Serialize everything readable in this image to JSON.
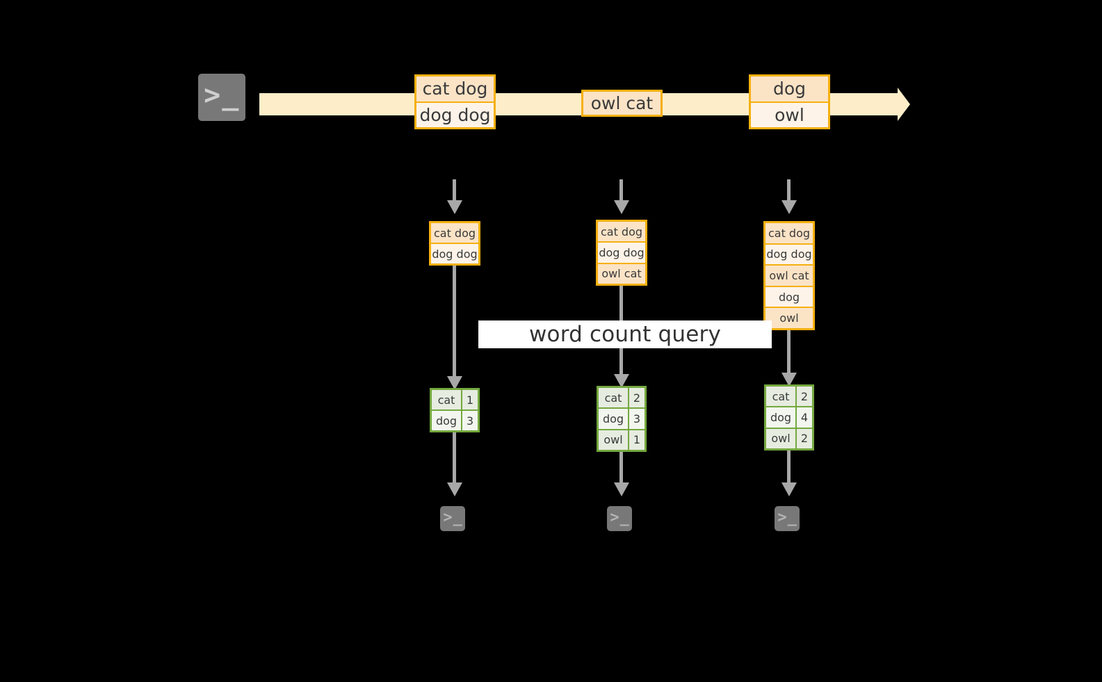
{
  "diagram": {
    "title_label": "word count query",
    "colors": {
      "stream_fill": "#fdeec9",
      "msg_border": "#f5b010",
      "msg_fill_odd": "#fbe3c6",
      "msg_fill_even": "#fdf3e8",
      "table_border": "#74a83e",
      "table_fill_odd": "#e6ece0",
      "table_fill_even": "#f2f6ee",
      "arrow_gray": "#a8a8a8",
      "terminal_fill": "#787878",
      "background": "#000000"
    },
    "source_terminal": {
      "icon": "terminal-prompt-icon",
      "glyph": ">_"
    },
    "stream": {
      "icon": "right-arrow-icon",
      "groups": [
        {
          "lines": [
            "cat dog",
            "dog dog"
          ]
        },
        {
          "lines": [
            "owl cat"
          ]
        },
        {
          "lines": [
            "dog",
            "owl"
          ]
        }
      ]
    },
    "snapshots": [
      {
        "name": "snapshot-1",
        "input_lines": [
          "cat dog",
          "dog dog"
        ],
        "result_rows": [
          {
            "word": "cat",
            "count": "1"
          },
          {
            "word": "dog",
            "count": "3"
          }
        ],
        "sink_glyph": ">_"
      },
      {
        "name": "snapshot-2",
        "input_lines": [
          "cat dog",
          "dog dog",
          "owl cat"
        ],
        "result_rows": [
          {
            "word": "cat",
            "count": "2"
          },
          {
            "word": "dog",
            "count": "3"
          },
          {
            "word": "owl",
            "count": "1"
          }
        ],
        "sink_glyph": ">_"
      },
      {
        "name": "snapshot-3",
        "input_lines": [
          "cat dog",
          "dog dog",
          "owl cat",
          "dog",
          "owl"
        ],
        "result_rows": [
          {
            "word": "cat",
            "count": "2"
          },
          {
            "word": "dog",
            "count": "4"
          },
          {
            "word": "owl",
            "count": "2"
          }
        ],
        "sink_glyph": ">_"
      }
    ]
  }
}
